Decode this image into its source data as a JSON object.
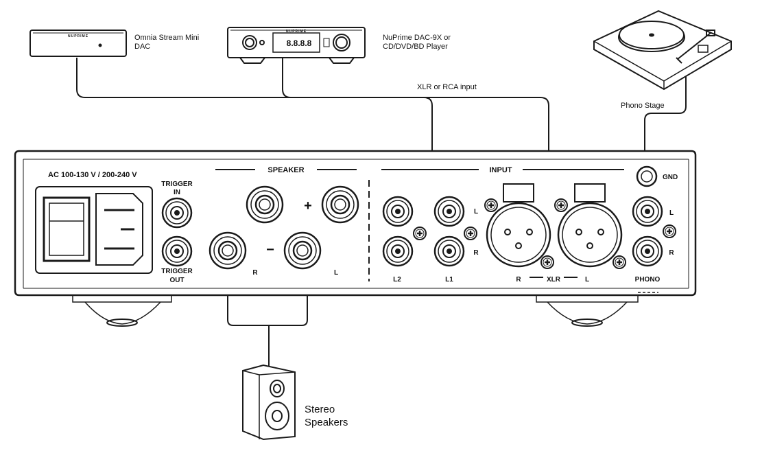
{
  "devices": {
    "omnia": {
      "label_line1": "Omnia Stream Mini",
      "label_line2": "DAC",
      "brand": "NUPRIME"
    },
    "dac9x": {
      "label_line1": "NuPrime DAC-9X or",
      "label_line2": "CD/DVD/BD Player",
      "brand": "NUPRIME",
      "display": "8.8.8.8"
    },
    "turntable": {
      "label": "Phono Stage"
    },
    "speakers": {
      "label_line1": "Stereo",
      "label_line2": "Speakers"
    }
  },
  "cable_label": "XLR or RCA input",
  "amp": {
    "power": {
      "label": "AC 100-130 V / 200-240 V"
    },
    "trigger_in": {
      "line1": "TRIGGER",
      "line2": "IN"
    },
    "trigger_out": {
      "line1": "TRIGGER",
      "line2": "OUT"
    },
    "speaker": {
      "section": "SPEAKER",
      "plus": "+",
      "minus": "−",
      "right": "R",
      "left": "L"
    },
    "input": {
      "section": "INPUT",
      "l2": "L2",
      "l1": "L1",
      "l": "L",
      "r": "R",
      "xlr": "XLR",
      "xlr_r": "R",
      "xlr_l": "L"
    },
    "phono": {
      "label": "PHONO",
      "l": "L",
      "r": "R",
      "gnd": "GND"
    }
  },
  "colors": {
    "line": "#1a1a1a",
    "panel": "#ffffff"
  }
}
